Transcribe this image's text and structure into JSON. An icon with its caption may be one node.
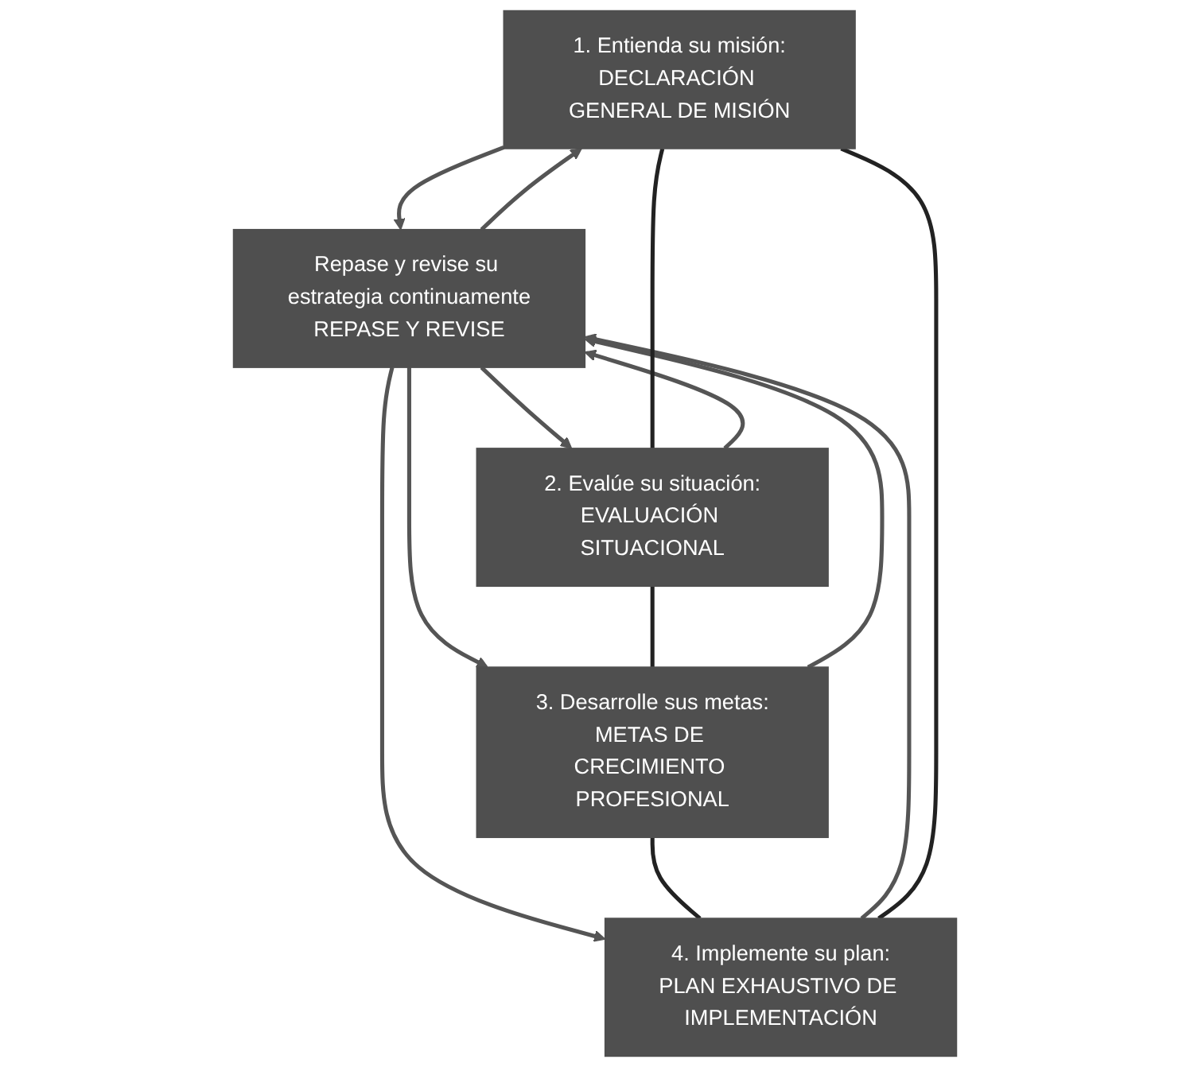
{
  "diagram": {
    "nodes": [
      {
        "text": [
          "1. Entienda su misión:",
          "DECLARACIÓN GENERAL DE MISIÓN"
        ]
      },
      {
        "text": [
          "2. Evalúe su situación:",
          "EVALUACIÓN SITUACIONAL"
        ]
      },
      {
        "text": [
          "3. Desarrolle sus metas:",
          "METAS DE CRECIMIENTO PROFESIONAL"
        ]
      },
      {
        "text": [
          "4. Implemente su plan:",
          "PLAN EXHAUSTIVO DE IMPLEMENTACIÓN"
        ]
      },
      {
        "text": [
          "Repase y revise su estrategia continuamente",
          "REPASE Y REVISE"
        ]
      }
    ],
    "edges": [
      {
        "from": 0,
        "to": 4,
        "arrow": "to"
      },
      {
        "from": 4,
        "to": 0,
        "arrow": "to"
      },
      {
        "from": 1,
        "to": 4,
        "arrow": "to"
      },
      {
        "from": 4,
        "to": 1,
        "arrow": "to"
      },
      {
        "from": 2,
        "to": 4,
        "arrow": "to"
      },
      {
        "from": 4,
        "to": 2,
        "arrow": "to"
      },
      {
        "from": 3,
        "to": 4,
        "arrow": "to"
      },
      {
        "from": 4,
        "to": 3,
        "arrow": "to"
      },
      {
        "from": 0,
        "to": 1,
        "arrow": "none",
        "color": "#222222"
      },
      {
        "from": 1,
        "to": 2,
        "arrow": "none",
        "color": "#222222"
      },
      {
        "from": 2,
        "to": 3,
        "arrow": "none",
        "color": "#222222"
      },
      {
        "from": 3,
        "to": 0,
        "arrow": "none",
        "color": "#222222"
      }
    ]
  }
}
